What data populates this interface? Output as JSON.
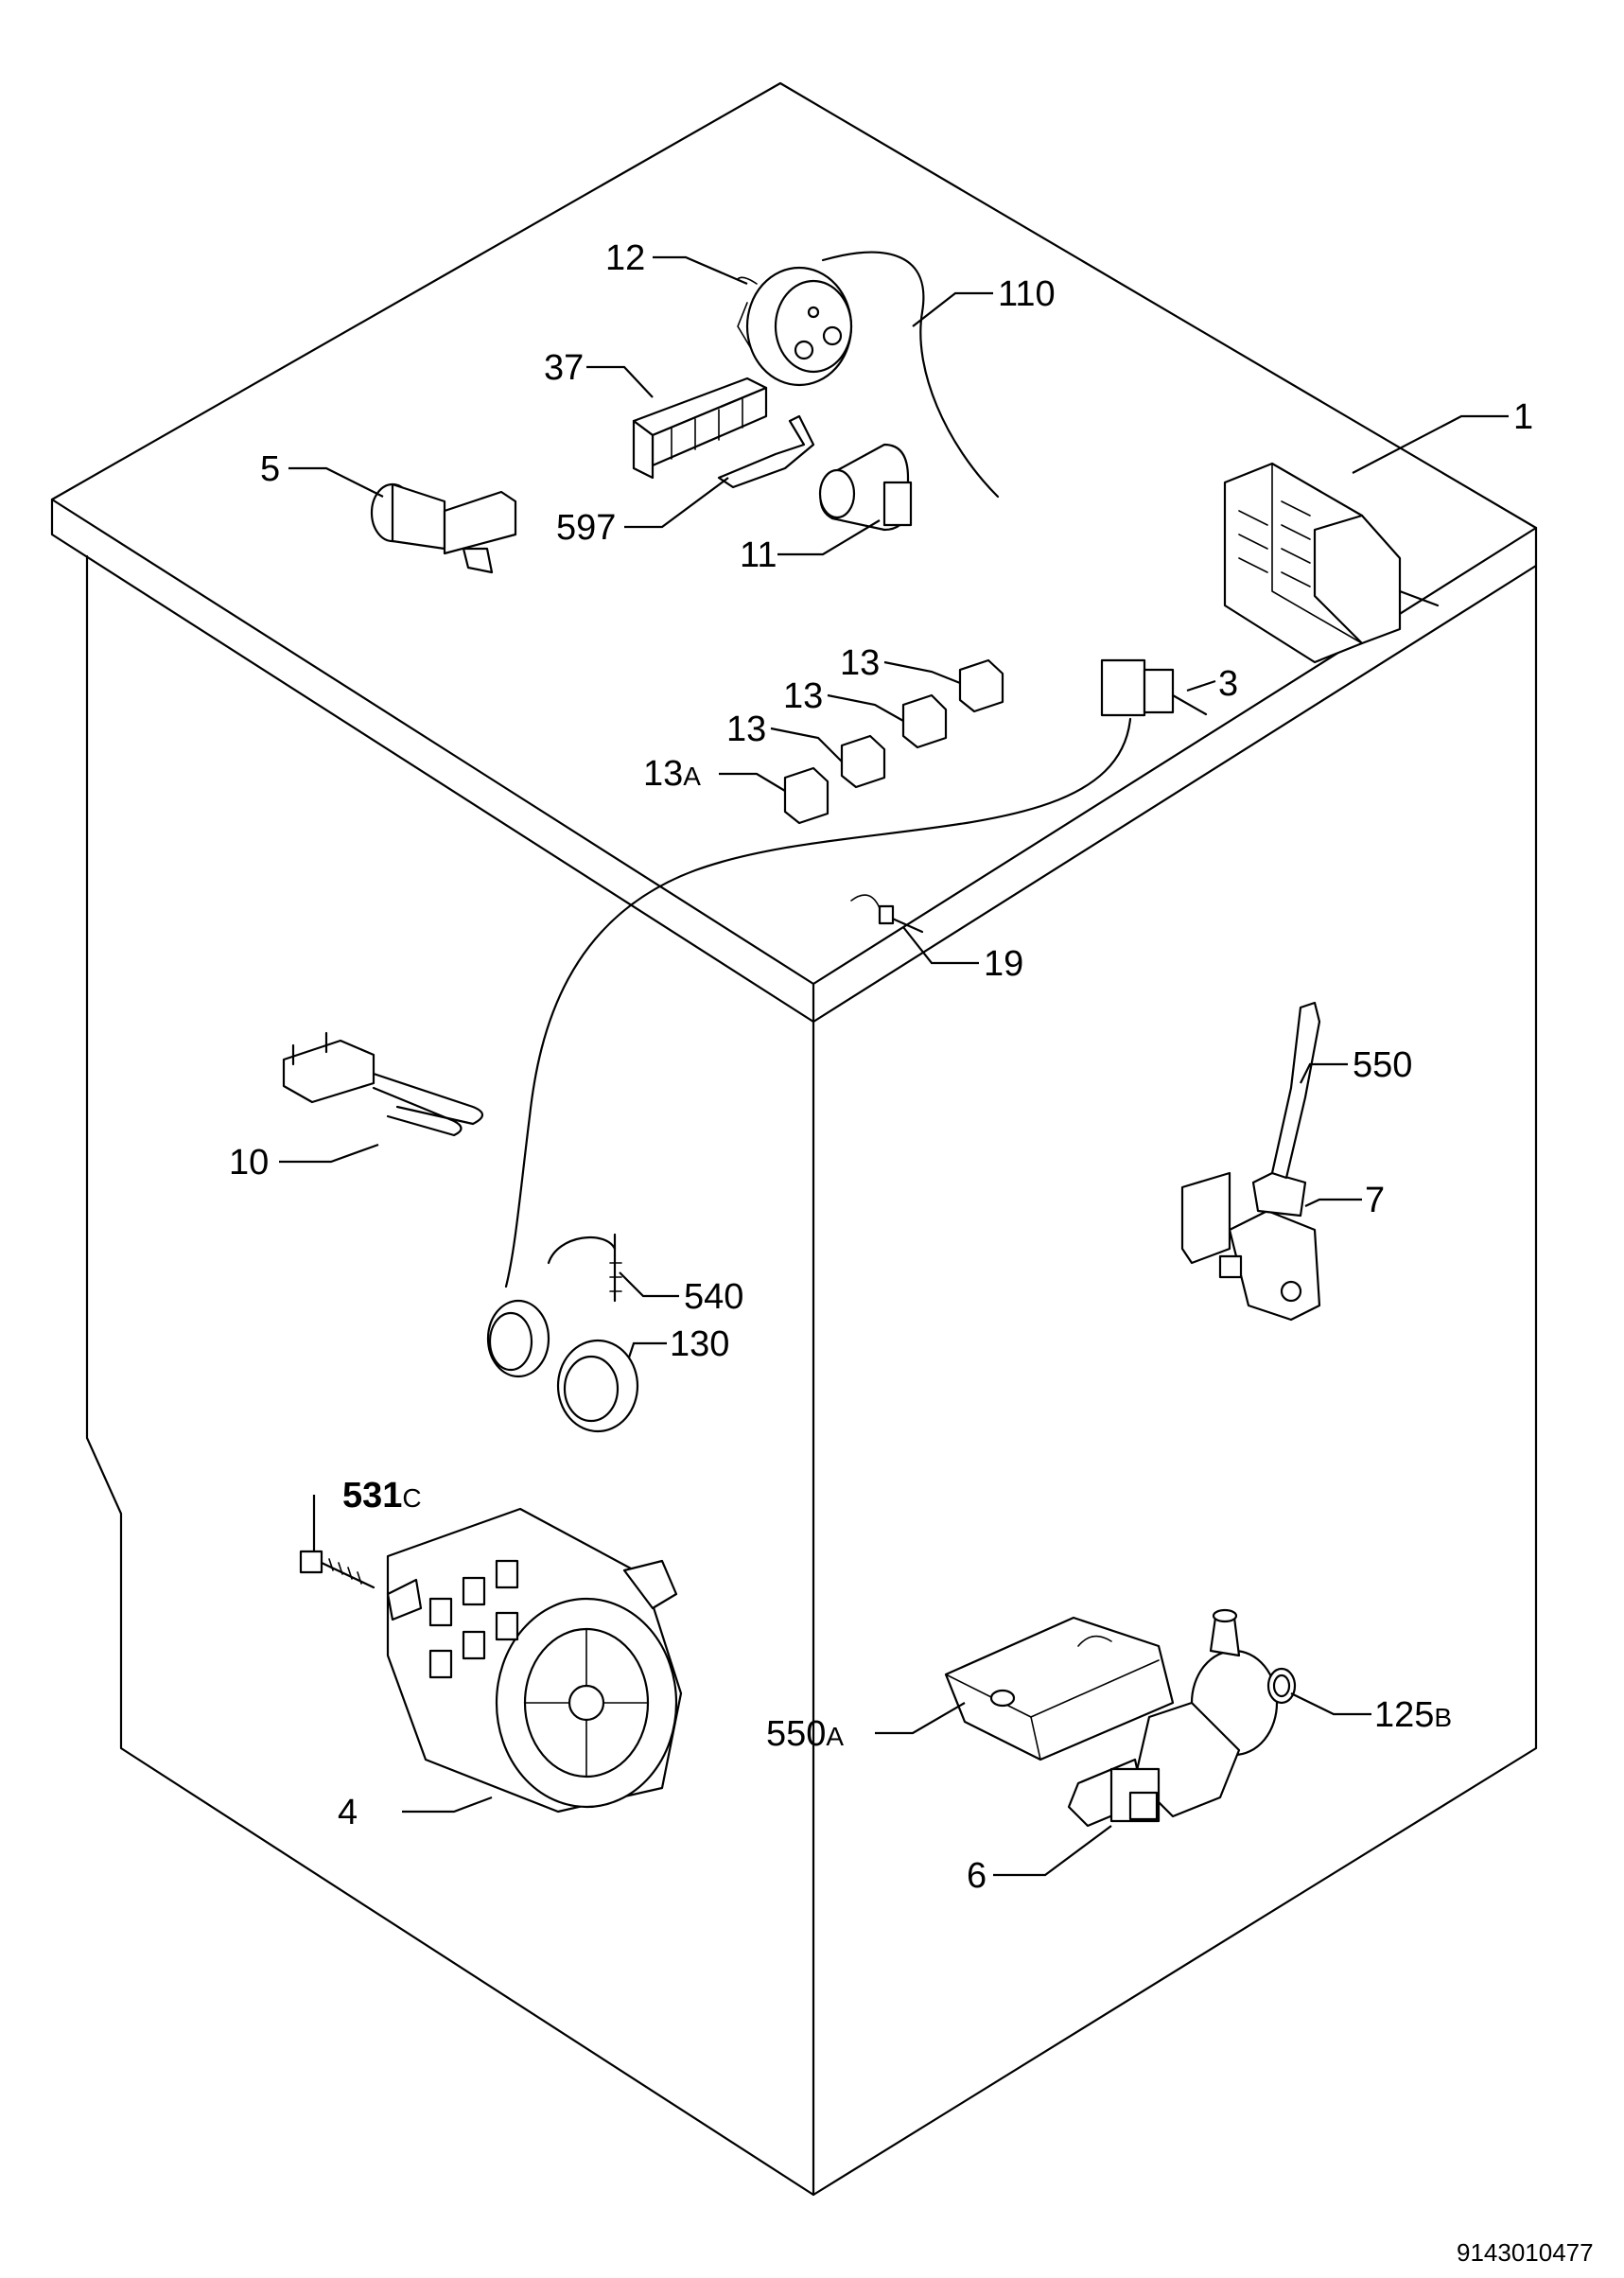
{
  "labels": {
    "p1": "1",
    "p3": "3",
    "p4": "4",
    "p5": "5",
    "p6": "6",
    "p7": "7",
    "p10": "10",
    "p11": "11",
    "p12": "12",
    "p13a": "13",
    "p13b": "13",
    "p13c": "13",
    "p13A": "13",
    "p13A_suffix": "A",
    "p19": "19",
    "p37": "37",
    "p110": "110",
    "p125B": "125",
    "p125B_suffix": "B",
    "p130": "130",
    "p531C": "531",
    "p531C_suffix": "C",
    "p540": "540",
    "p550": "550",
    "p550A": "550",
    "p550A_suffix": "A",
    "p597": "597"
  },
  "document_number": "9143010477"
}
